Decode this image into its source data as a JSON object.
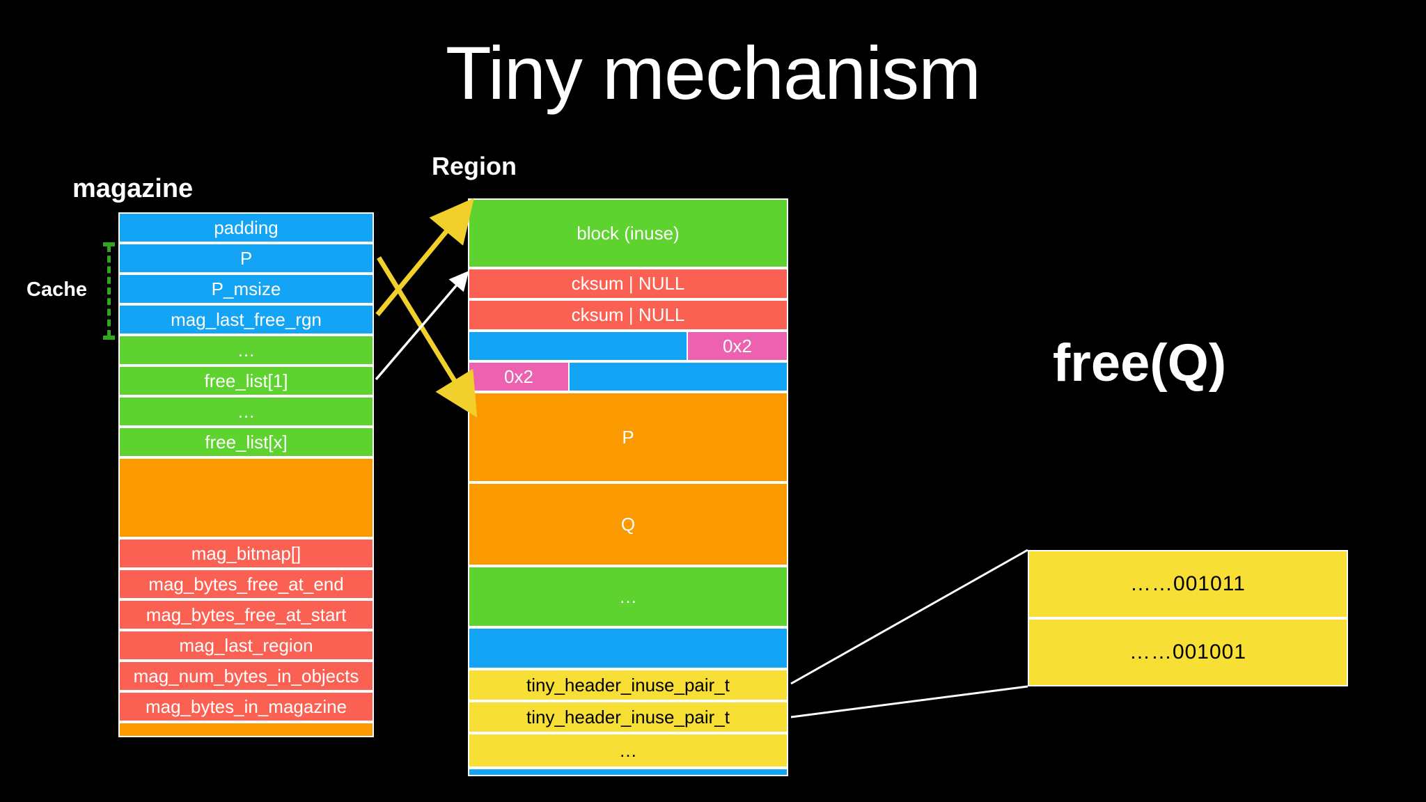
{
  "title": "Tiny mechanism",
  "colors": {
    "background": "#000000",
    "blue": "#14a4f5",
    "green": "#5ed330",
    "red": "#fb6152",
    "orange": "#fb9a00",
    "pink": "#ec61b0",
    "yellow": "#f7df35",
    "arrow_yellow": "#f2d02c",
    "arrow_white": "#ffffff",
    "bracket_green": "#2fa81f"
  },
  "magazine": {
    "title": "magazine",
    "cache_label": "Cache",
    "rows": [
      {
        "label": "padding",
        "color": "blue",
        "height": 44
      },
      {
        "label": "P",
        "color": "blue",
        "height": 44
      },
      {
        "label": "P_msize",
        "color": "blue",
        "height": 44
      },
      {
        "label": "mag_last_free_rgn",
        "color": "blue",
        "height": 44
      },
      {
        "label": "…",
        "color": "green",
        "height": 44
      },
      {
        "label": "free_list[1]",
        "color": "green",
        "height": 44
      },
      {
        "label": "…",
        "color": "green",
        "height": 44
      },
      {
        "label": "free_list[x]",
        "color": "green",
        "height": 44
      },
      {
        "label": "",
        "color": "orange",
        "height": 116
      },
      {
        "label": "mag_bitmap[]",
        "color": "red",
        "height": 44
      },
      {
        "label": "mag_bytes_free_at_end",
        "color": "red",
        "height": 44
      },
      {
        "label": "mag_bytes_free_at_start",
        "color": "red",
        "height": 44
      },
      {
        "label": "mag_last_region",
        "color": "red",
        "height": 44
      },
      {
        "label": "mag_num_bytes_in_objects",
        "color": "red",
        "height": 44
      },
      {
        "label": "mag_bytes_in_magazine",
        "color": "red",
        "height": 44
      },
      {
        "label": "",
        "color": "orange",
        "height": 22
      }
    ]
  },
  "region": {
    "title": "Region",
    "rows": [
      {
        "label": "block (inuse)",
        "color": "green",
        "height": 100
      },
      {
        "label": "cksum | NULL",
        "color": "red",
        "height": 45
      },
      {
        "label": "cksum | NULL",
        "color": "red",
        "height": 45
      },
      {
        "label": "",
        "color": "blue",
        "height": 44,
        "badge": "0x2",
        "badge_side": "right"
      },
      {
        "label": "",
        "color": "blue",
        "height": 44,
        "badge": "0x2",
        "badge_side": "left"
      },
      {
        "label": "P",
        "color": "orange",
        "height": 130
      },
      {
        "label": "Q",
        "color": "orange",
        "height": 120
      },
      {
        "label": "…",
        "color": "green",
        "height": 88
      },
      {
        "label": "",
        "color": "blue",
        "height": 60
      },
      {
        "label": "tiny_header_inuse_pair_t",
        "color": "yellow",
        "height": 46
      },
      {
        "label": "tiny_header_inuse_pair_t",
        "color": "yellow",
        "height": 46
      },
      {
        "label": "…",
        "color": "yellow",
        "height": 50
      },
      {
        "label": "",
        "color": "blue",
        "height": 12
      }
    ]
  },
  "callout": {
    "rows": [
      {
        "label": "……001011",
        "color": "yellow",
        "height": 98
      },
      {
        "label": "……001001",
        "color": "yellow",
        "height": 98
      }
    ]
  },
  "annotations": {
    "free_call": "free(Q)",
    "badge_value": "0x2"
  }
}
